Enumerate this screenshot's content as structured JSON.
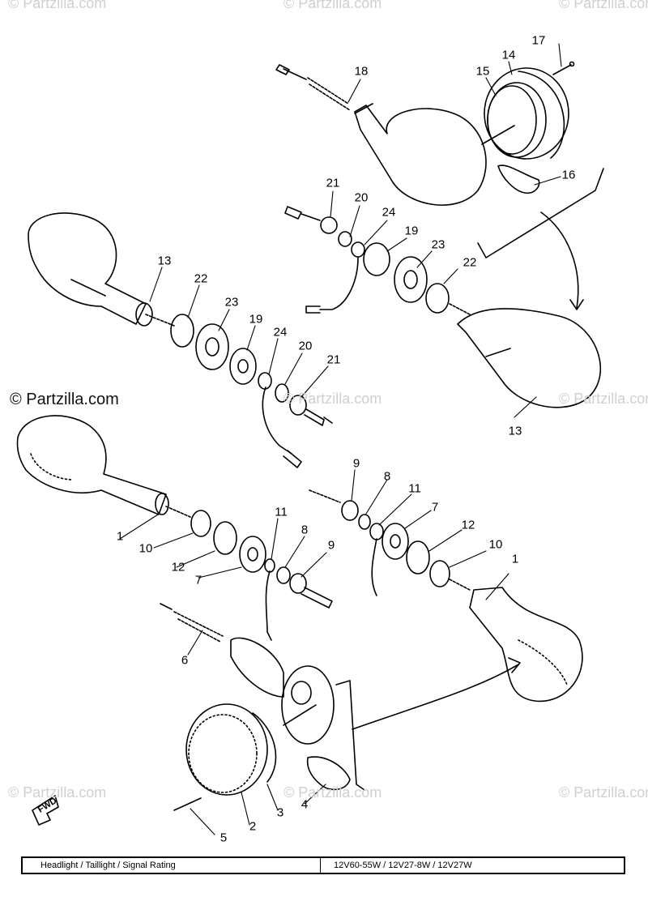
{
  "watermarks": {
    "main": "© Partzilla.com",
    "faint": "© Partzilla.com"
  },
  "fwd_label": "FWD",
  "callouts": [
    "18",
    "17",
    "14",
    "15",
    "16",
    "21",
    "20",
    "24",
    "19",
    "23",
    "22",
    "13",
    "22",
    "23",
    "19",
    "24",
    "20",
    "21",
    "13",
    "9",
    "8",
    "11",
    "7",
    "12",
    "10",
    "1",
    "1",
    "10",
    "12",
    "7",
    "11",
    "8",
    "9",
    "6",
    "2",
    "3",
    "4",
    "5"
  ],
  "rating_table": {
    "label": "Headlight / Taillight / Signal Rating",
    "value": "12V60-55W / 12V27-8W / 12V27W"
  },
  "colors": {
    "line": "#000000",
    "watermark": "#cfcfcf",
    "background": "#ffffff"
  }
}
